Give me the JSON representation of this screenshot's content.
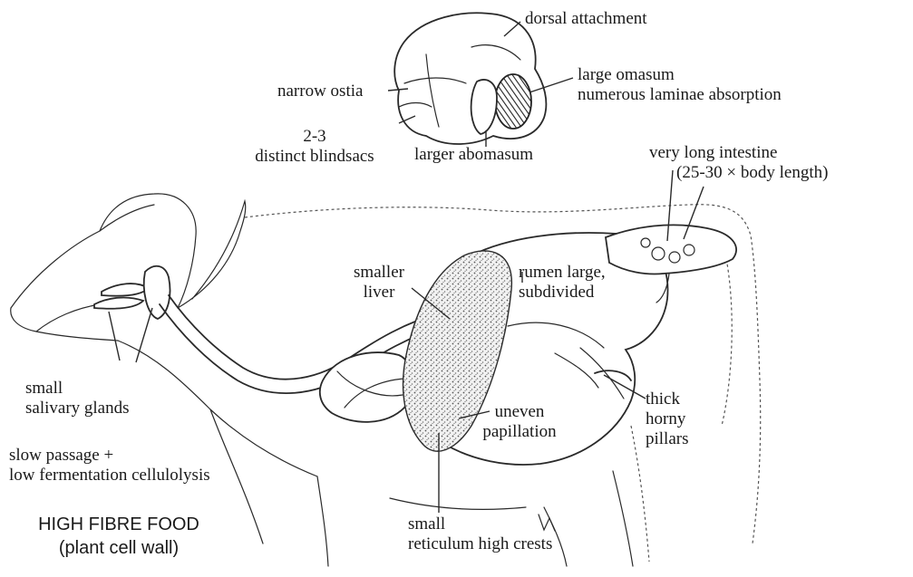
{
  "labels": {
    "dorsal_attachment": "dorsal attachment",
    "narrow_ostia": "narrow ostia",
    "large_omasum": [
      "large omasum",
      "numerous laminae absorption"
    ],
    "blindsacs": [
      "2-3",
      "distinct blindsacs"
    ],
    "larger_abomasum": "larger abomasum",
    "intestine": [
      "very long intestine",
      "(25-30 × body length)"
    ],
    "smaller_liver": [
      "smaller",
      "liver"
    ],
    "rumen": [
      "rumen large,",
      "subdivided"
    ],
    "salivary": [
      "small",
      "salivary glands"
    ],
    "slow_passage": [
      "slow passage +",
      "low fermentation cellulolysis"
    ],
    "uneven_papillation": [
      "uneven",
      "papillation"
    ],
    "thick_pillars": [
      "thick",
      "horny",
      "pillars"
    ],
    "high_fibre": [
      "HIGH FIBRE FOOD",
      "(plant cell wall)"
    ],
    "reticulum": [
      "small",
      "reticulum high crests"
    ]
  },
  "colors": {
    "ink": "#2a2a2a",
    "text": "#1a1a1a",
    "background": "#ffffff"
  }
}
